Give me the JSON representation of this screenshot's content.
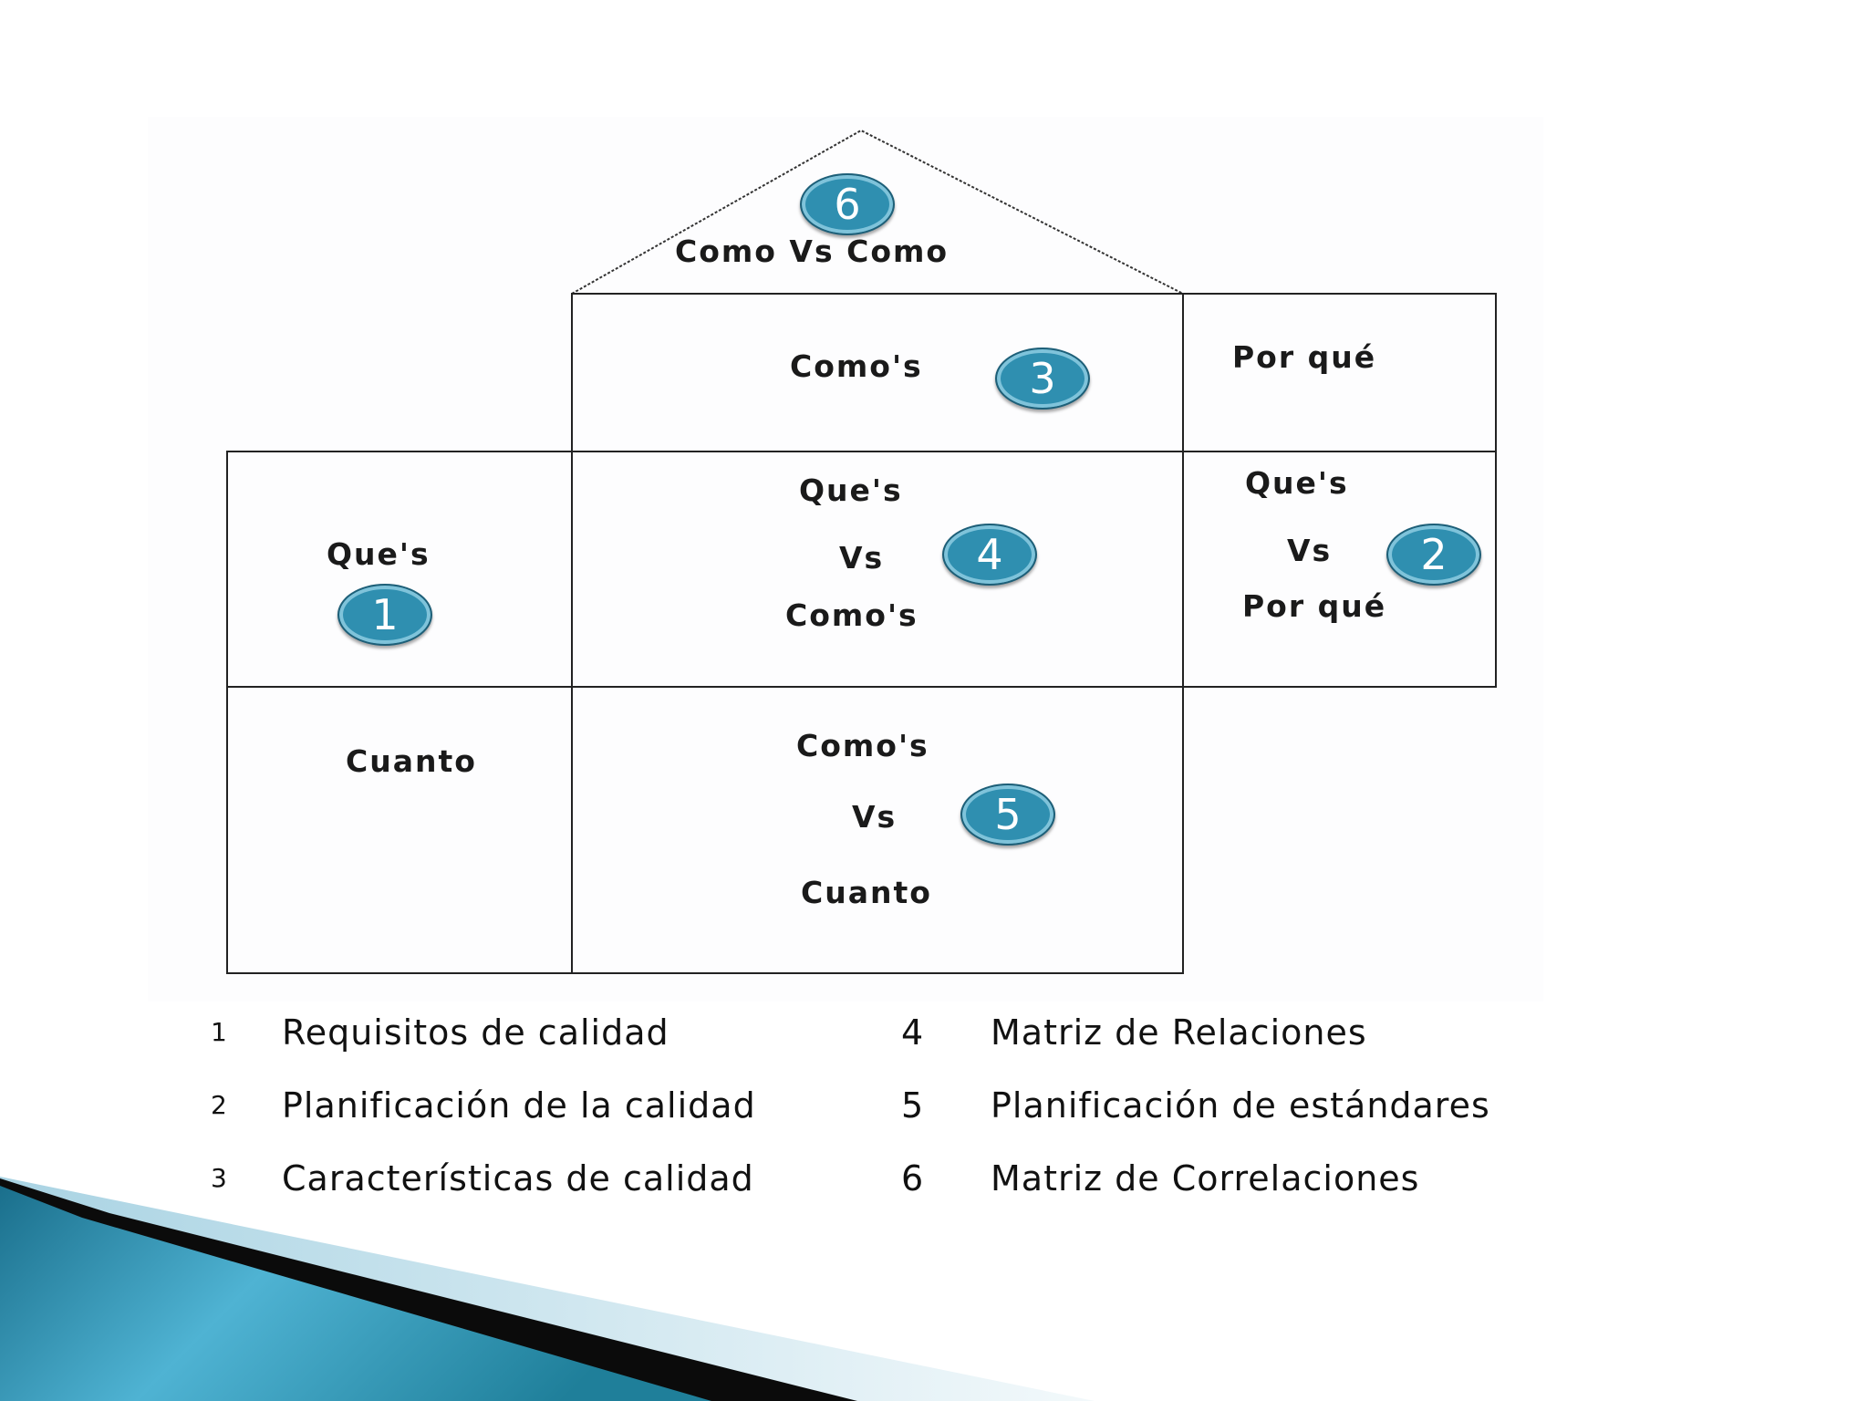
{
  "colors": {
    "badge_fill": "#2f8fb0",
    "badge_ring": "#7fc3da",
    "accent_teal": "#1f7f9a",
    "dark_stripe": "#0a0a0a",
    "light_stripe": "#cfe3ec"
  },
  "diagram": {
    "roof": {
      "label": "Como Vs Como",
      "badge": "6"
    },
    "top_middle": {
      "label": "Como's",
      "badge": "3"
    },
    "top_right": {
      "label": "Por qué"
    },
    "center_left": {
      "label": "Que's",
      "badge": "1"
    },
    "center_middle": {
      "line1": "Que's",
      "line2": "Vs",
      "line3": "Como's",
      "badge": "4"
    },
    "center_right": {
      "line1": "Que's",
      "line2": "Vs",
      "line3": "Por qué",
      "badge": "2"
    },
    "bottom_left": {
      "label": "Cuanto"
    },
    "bottom_middle": {
      "line1": "Como's",
      "line2": "Vs",
      "line3": "Cuanto",
      "badge": "5"
    }
  },
  "legend": {
    "left": [
      {
        "num": "1",
        "text": "Requisitos de calidad"
      },
      {
        "num": "2",
        "text": "Planificación de la calidad"
      },
      {
        "num": "3",
        "text": "Características de calidad"
      }
    ],
    "right": [
      {
        "num": "4",
        "text": "Matriz de Relaciones"
      },
      {
        "num": "5",
        "text": "Planificación de estándares"
      },
      {
        "num": "6",
        "text": "Matriz de Correlaciones"
      }
    ]
  }
}
